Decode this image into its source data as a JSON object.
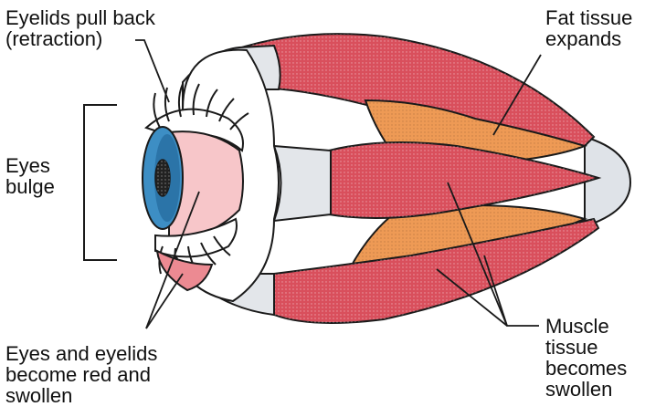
{
  "labels": {
    "eyelids_retraction": [
      "Eyelids pull back",
      "(retraction)"
    ],
    "fat_tissue": [
      "Fat tissue",
      "expands"
    ],
    "eyes_bulge": [
      "Eyes",
      "bulge"
    ],
    "red_swollen": [
      "Eyes and eyelids",
      "become red and",
      "swollen"
    ],
    "muscle_swollen": [
      "Muscle",
      "tissue",
      "becomes",
      "swollen"
    ]
  },
  "colors": {
    "muscle": "#d94f5c",
    "muscle_light": "#ec8a92",
    "fat": "#ee9a55",
    "fat_dark": "#c9652a",
    "tendon": "#d8dde2",
    "sclera": "#ffffff",
    "iris": "#3d8ec4",
    "iris_dark": "#1d5f92",
    "pupil": "#222222",
    "conjunctiva": "#f7c6c9",
    "outline": "#1a1a1a"
  },
  "icons": [
    "eyeball-icon",
    "eyelash-icon",
    "bracket-icon"
  ]
}
